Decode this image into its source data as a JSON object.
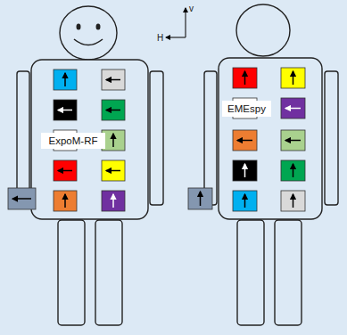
{
  "diagram": {
    "nodes": [
      {
        "text": [
          "ExpoM-RF"
        ]
      },
      {
        "text": [
          "EMEspy"
        ]
      }
    ],
    "labels": [
      "v",
      "H"
    ]
  }
}
